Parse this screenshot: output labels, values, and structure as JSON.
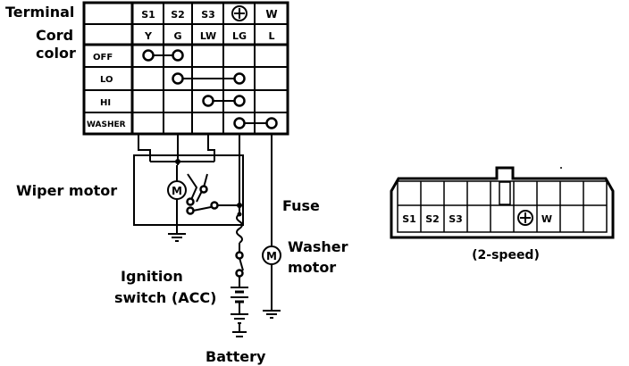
{
  "switch_table": {
    "terminal_label": "Terminal",
    "cord_color_label": [
      "Cord",
      "color"
    ],
    "terminals": [
      "S1",
      "S2",
      "S3",
      "ground-symbol",
      "W"
    ],
    "cord_colors": [
      "Y",
      "G",
      "LW",
      "LG",
      "L"
    ],
    "positions": [
      "OFF",
      "LO",
      "HI",
      "WASHER"
    ]
  },
  "labels": {
    "wiper_motor": "Wiper motor",
    "fuse": "Fuse",
    "washer_motor": [
      "Washer",
      "motor"
    ],
    "ignition_switch": [
      "Ignition",
      "switch (ACC)"
    ],
    "battery": "Battery",
    "motor_symbol": "M"
  },
  "connector": {
    "pins": [
      "S1",
      "S2",
      "S3",
      "",
      "ground-symbol",
      "W"
    ],
    "caption": "(2-speed)"
  }
}
